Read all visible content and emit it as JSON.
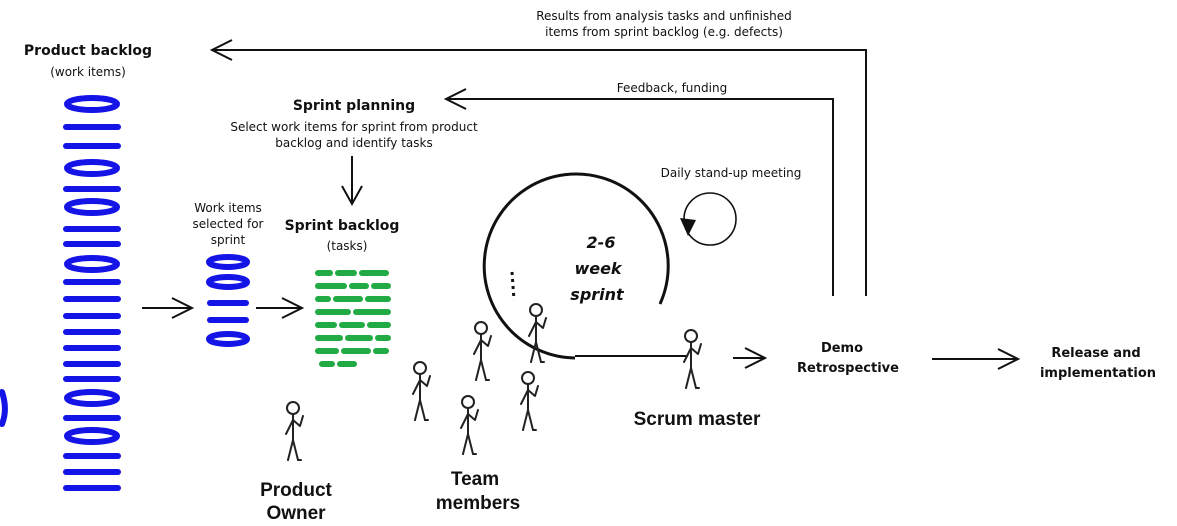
{
  "product_backlog": {
    "title": "Product backlog",
    "subtitle": "(work items)"
  },
  "sprint_planning": {
    "title": "Sprint planning",
    "desc_line1": "Select work items for sprint from product",
    "desc_line2": "backlog and identify tasks"
  },
  "selected_items": {
    "line1": "Work items",
    "line2": "selected for",
    "line3": "sprint"
  },
  "sprint_backlog": {
    "title": "Sprint backlog",
    "subtitle": "(tasks)"
  },
  "sprint": {
    "line1": "2-6",
    "line2": "week",
    "line3": "sprint"
  },
  "daily_standup": "Daily stand-up meeting",
  "feedback": "Feedback, funding",
  "results": {
    "line1": "Results from analysis tasks and unfinished",
    "line2": "items from sprint backlog (e.g. defects)"
  },
  "demo": {
    "line1": "Demo",
    "line2": "Retrospective"
  },
  "release": {
    "line1": "Release and",
    "line2": "implementation"
  },
  "roles": {
    "product_owner_line1": "Product",
    "product_owner_line2": "Owner",
    "team_line1": "Team",
    "team_line2": "members",
    "scrum_master": "Scrum master"
  },
  "colors": {
    "backlog": "#1414e6",
    "tasks": "#22aa44",
    "ink": "#111111"
  }
}
